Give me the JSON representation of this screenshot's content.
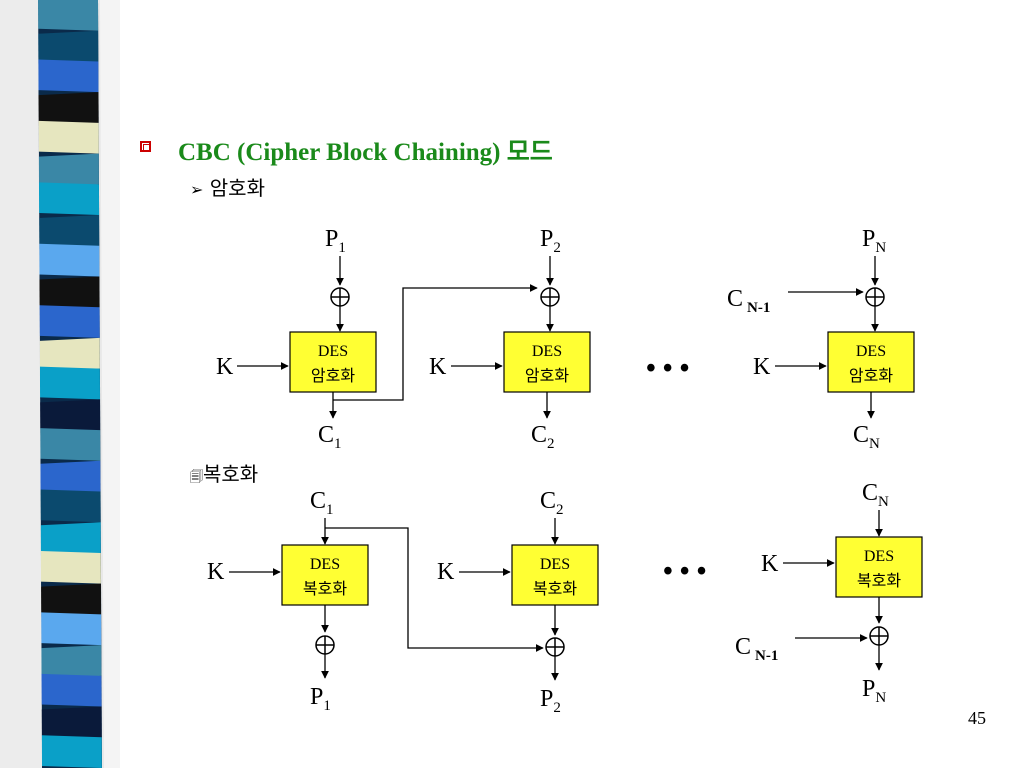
{
  "heading": {
    "title": "CBC (Cipher Block Chaining) 모드",
    "encrypt_label": "암호화",
    "decrypt_label": "복호화"
  },
  "page_number": "45",
  "colors": {
    "title": "#1a8a1a",
    "box_fill": "#ffff33",
    "bullet": "#cc0000",
    "stripe_colors": [
      "#3a87a6",
      "#0b4a6e",
      "#2b66cc",
      "#111111",
      "#e6e6bf",
      "#0aa0c8",
      "#5aa8ee",
      "#0a1a3a"
    ]
  },
  "icons": {
    "bullet": "square-bullet-icon",
    "arrow_bullet": "arrow-bullet-icon",
    "xor": "xor-circle-plus-icon",
    "note": "notepad-icon"
  },
  "encryption": {
    "key_label": "K",
    "box_label_1": "DES",
    "box_label_2": "암호화",
    "ellipsis": "• • •",
    "stage1": {
      "p_main": "P",
      "p_sub": "1",
      "c_main": "C",
      "c_sub": "1"
    },
    "stage2": {
      "p_main": "P",
      "p_sub": "2",
      "c_main": "C",
      "c_sub": "2"
    },
    "stageN": {
      "p_main": "P",
      "p_sub": "N",
      "c_main": "C",
      "c_sub": "N",
      "prev_main": "C",
      "prev_sub": "N-1"
    }
  },
  "decryption": {
    "key_label": "K",
    "box_label_1": "DES",
    "box_label_2": "복호화",
    "ellipsis": "• • •",
    "stage1": {
      "c_main": "C",
      "c_sub": "1",
      "p_main": "P",
      "p_sub": "1"
    },
    "stage2": {
      "c_main": "C",
      "c_sub": "2",
      "p_main": "P",
      "p_sub": "2"
    },
    "stageN": {
      "c_main": "C",
      "c_sub": "N",
      "p_main": "P",
      "p_sub": "N",
      "prev_main": "C",
      "prev_sub": "N-1"
    }
  }
}
